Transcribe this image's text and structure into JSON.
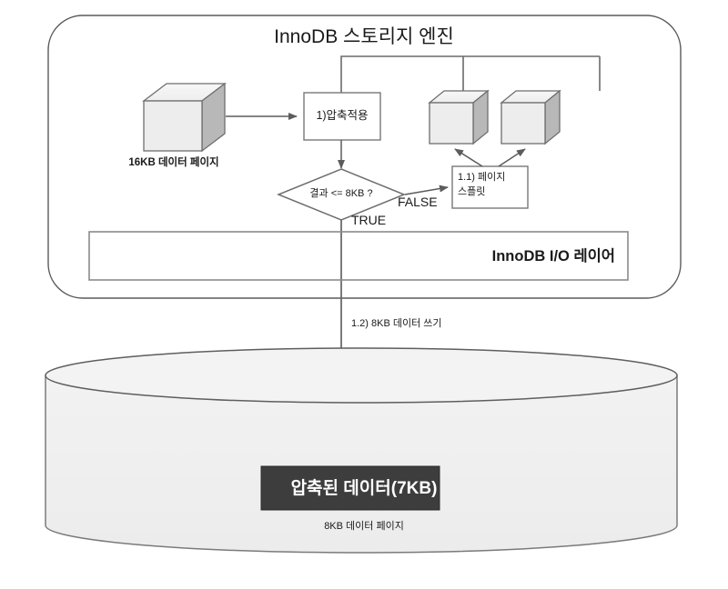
{
  "diagram": {
    "title": "InnoDB 스토리지 엔진",
    "engine_container": {
      "name": "InnoDB 스토리지 엔진"
    },
    "nodes": {
      "source_page_label": "16KB 데이터 페이지",
      "compress_box": "1)압축적용",
      "decision": "결과 <= 8KB ?",
      "branch_false": "FALSE",
      "branch_true": "TRUE",
      "page_split_box": "1.1) 페이지\n스플릿",
      "page_split_line1": "1.1) 페이지",
      "page_split_line2": "스플릿",
      "io_layer": "InnoDB I/O 레이어",
      "write_arrow_label": "1.2) 8KB 데이터 쓰기",
      "compressed_data_box": "압축된 데이터(7KB)",
      "storage_page_label": "8KB 데이터 페이지"
    },
    "colors": {
      "stroke": "#666666",
      "cube_front": "#ededed",
      "cube_top": "#f4f4f4",
      "cube_side": "#b5b5b5",
      "cylinder_fill": "#f0f0f0",
      "dark_box_fill": "#3d3d3d",
      "text": "#1a1a1a",
      "white": "#ffffff",
      "container_stroke": "#555555"
    }
  }
}
